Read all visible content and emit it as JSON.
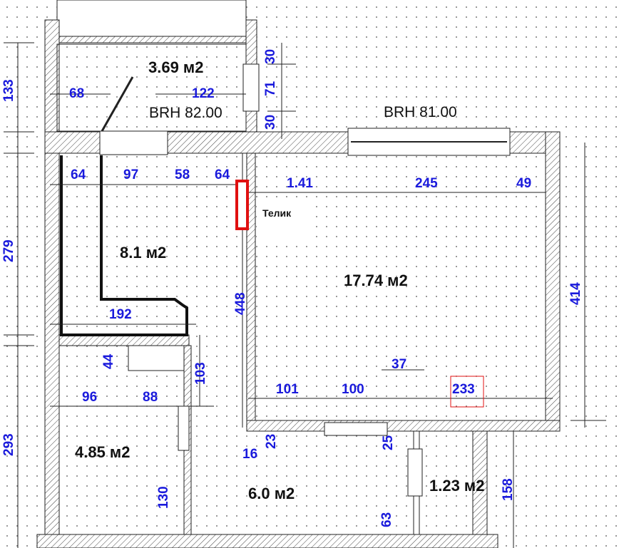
{
  "rooms": {
    "balcony_area": "3.69 м2",
    "hall_area": "8.1 м2",
    "living_area": "17.74 м2",
    "bath_area": "4.85 м2",
    "corridor_area": "6.0 м2",
    "toilet_area": "1.23 м2"
  },
  "brh": {
    "left": "BRH 82.00",
    "right": "BRH 81.00"
  },
  "notes": {
    "tv": "Телик"
  },
  "dimensions": {
    "d133": "133",
    "d279": "279",
    "d293": "293",
    "d414": "414",
    "d158": "158",
    "d68": "68",
    "d122": "122",
    "d30a": "30",
    "d71": "71",
    "d30b": "30",
    "d64a": "64",
    "d97": "97",
    "d58": "58",
    "d64b": "64",
    "d141": "1.41",
    "d245": "245",
    "d49": "49",
    "d448": "448",
    "d192": "192",
    "d44": "44",
    "d103": "103",
    "d96": "96",
    "d88": "88",
    "d101": "101",
    "d100": "100",
    "d37": "37",
    "d233": "233",
    "d23": "23",
    "d16": "16",
    "d25": "25",
    "d130": "130",
    "d63": "63"
  },
  "colors": {
    "dimension": "#1a1adc",
    "highlight": "#e01010"
  }
}
